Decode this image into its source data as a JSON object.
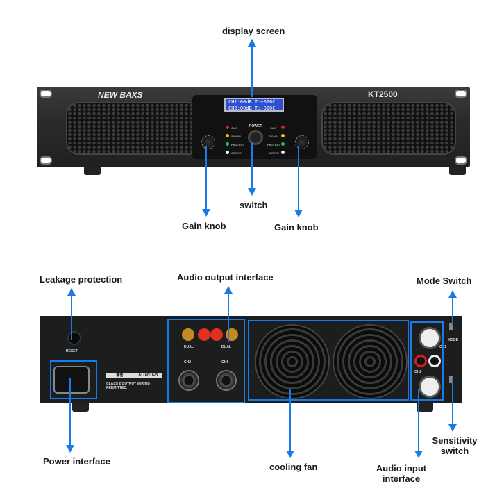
{
  "front_panel": {
    "brand": "NEW BAXS",
    "model": "KT2500",
    "lcd_lines": [
      "CH1:00dB T:+020C",
      "CH2:00dB T:+020C"
    ],
    "power_label": "POWER",
    "led_labels": [
      "CLIP",
      "SIGNAL",
      "PROTECT",
      "ACTIVE"
    ],
    "led_colors": [
      "#e02020",
      "#e8c020",
      "#30c040",
      "#ffffff"
    ]
  },
  "back_panel": {
    "reset_label": "RESET",
    "ch_labels": [
      "CH2",
      "CH1"
    ],
    "dual_label": "DUAL",
    "attention_label": "ATTENTION",
    "warning_label": "警告",
    "class_note": "CLASS 2 OUTPUT WIRING PERMITTED.",
    "input_ch_labels": [
      "CH1",
      "CH2"
    ],
    "mode_label": "MODE"
  },
  "callouts": {
    "display_screen": "display screen",
    "switch": "switch",
    "gain_knob_left": "Gain knob",
    "gain_knob_right": "Gain knob",
    "leakage_protection": "Leakage protection",
    "audio_output": "Audio output interface",
    "mode_switch": "Mode Switch",
    "sensitivity_switch_1": "Sensitivity",
    "sensitivity_switch_2": "switch",
    "power_interface": "Power interface",
    "cooling_fan": "cooling fan",
    "audio_input_1": "Audio input",
    "audio_input_2": "interface"
  },
  "colors": {
    "arrow": "#1a7be6",
    "highlight_box": "#1a7be6"
  }
}
